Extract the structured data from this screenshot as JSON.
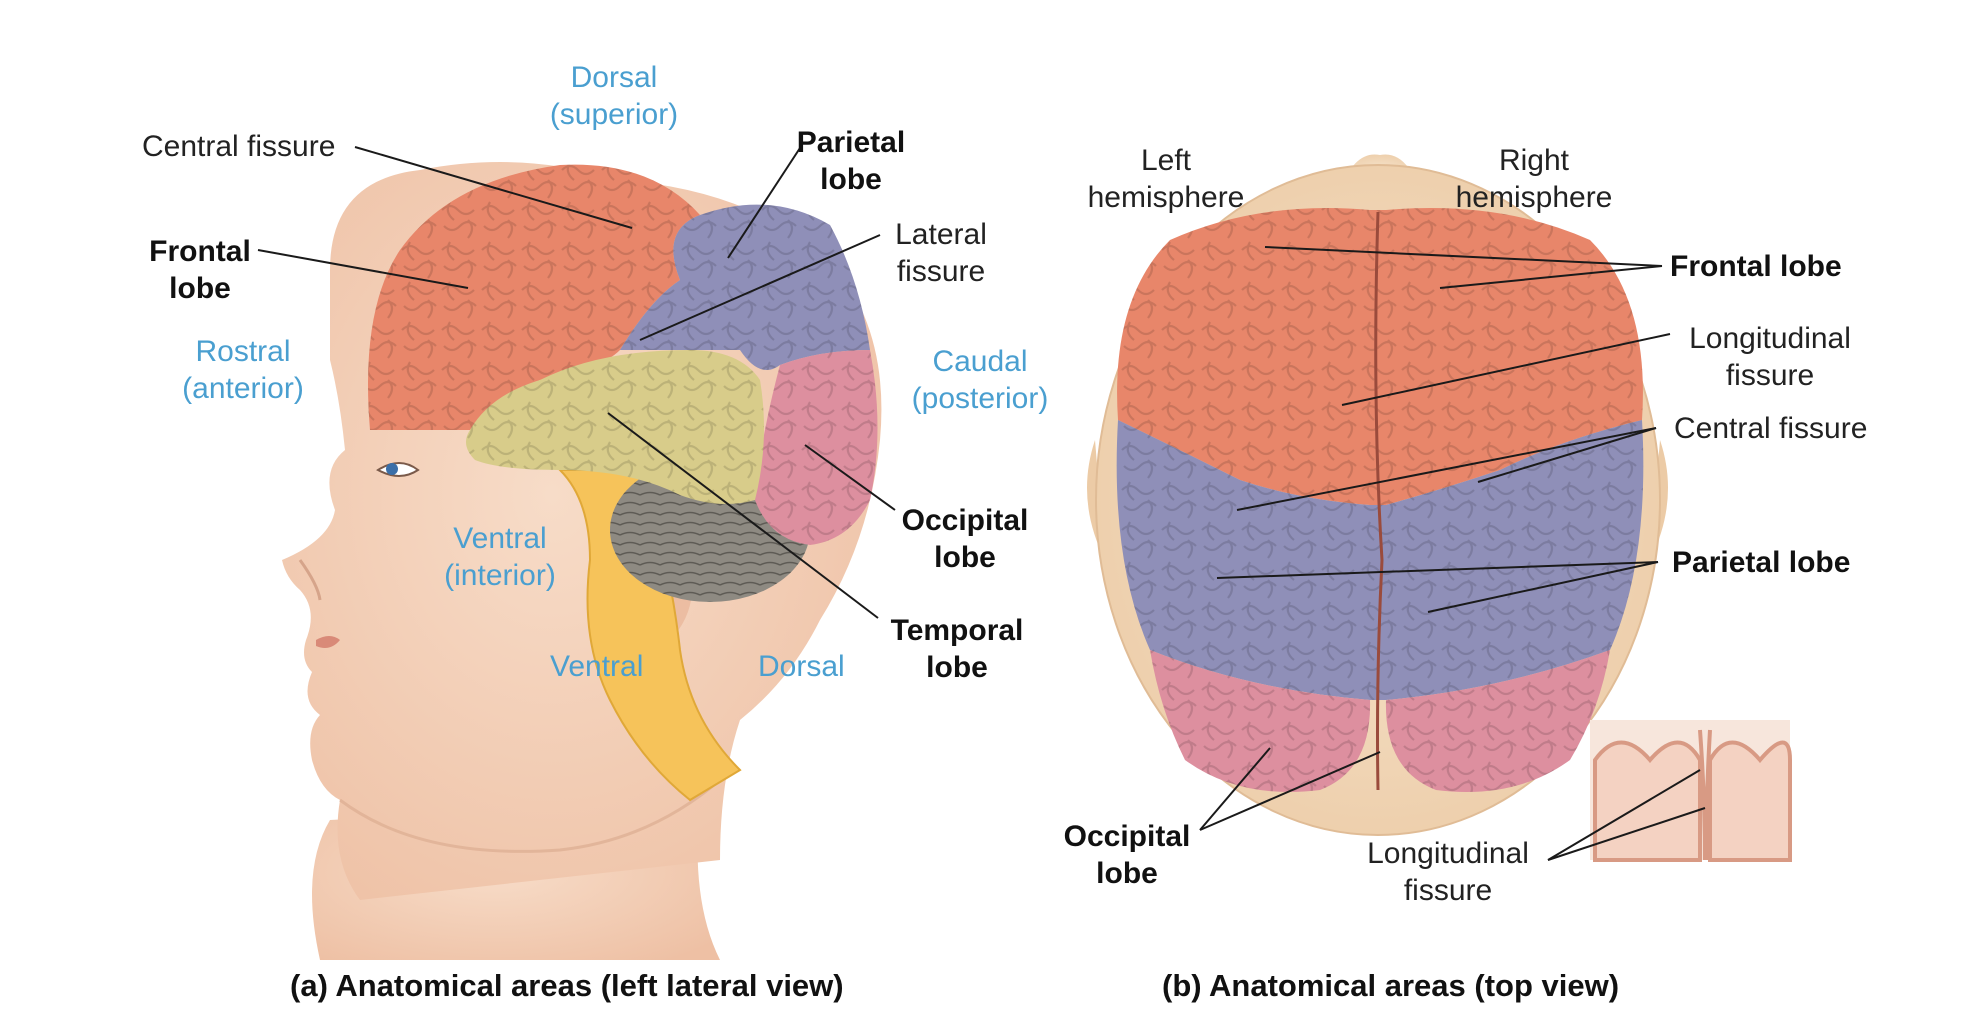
{
  "panel_a": {
    "caption": "(a) Anatomical areas (left lateral view)",
    "direction_labels": {
      "dorsal_top": [
        "Dorsal",
        "(superior)"
      ],
      "rostral": [
        "Rostral",
        "(anterior)"
      ],
      "caudal": [
        "Caudal",
        "(posterior)"
      ],
      "ventral_mid": [
        "Ventral",
        "(interior)"
      ],
      "ventral_spine": "Ventral",
      "dorsal_spine": "Dorsal"
    },
    "structure_labels": {
      "central_fissure": "Central fissure",
      "lateral_fissure": [
        "Lateral",
        "fissure"
      ],
      "frontal_lobe": [
        "Frontal",
        "lobe"
      ],
      "parietal_lobe": [
        "Parietal",
        "lobe"
      ],
      "occipital_lobe": [
        "Occipital",
        "lobe"
      ],
      "temporal_lobe": [
        "Temporal",
        "lobe"
      ]
    }
  },
  "panel_b": {
    "caption": "(b) Anatomical areas (top view)",
    "hemisphere_labels": {
      "left": [
        "Left",
        "hemisphere"
      ],
      "right": [
        "Right",
        "hemisphere"
      ]
    },
    "structure_labels": {
      "frontal_lobe": "Frontal lobe",
      "longitudinal_fissure": [
        "Longitudinal",
        "fissure"
      ],
      "central_fissure": "Central fissure",
      "parietal_lobe": "Parietal lobe",
      "occipital_lobe": [
        "Occipital",
        "lobe"
      ],
      "longitudinal_fissure_inset": [
        "Longitudinal",
        "fissure"
      ]
    }
  },
  "colors": {
    "frontal": "#e8866a",
    "parietal": "#8f8fb8",
    "occipital": "#dd8f9f",
    "temporal": "#d8cc8a",
    "cerebellum": "#8e8a82",
    "brainstem": "#f6c35a",
    "skin": "#f3d2bd",
    "skull": "#f2dcc0",
    "direction_text": "#4a9fd0"
  }
}
